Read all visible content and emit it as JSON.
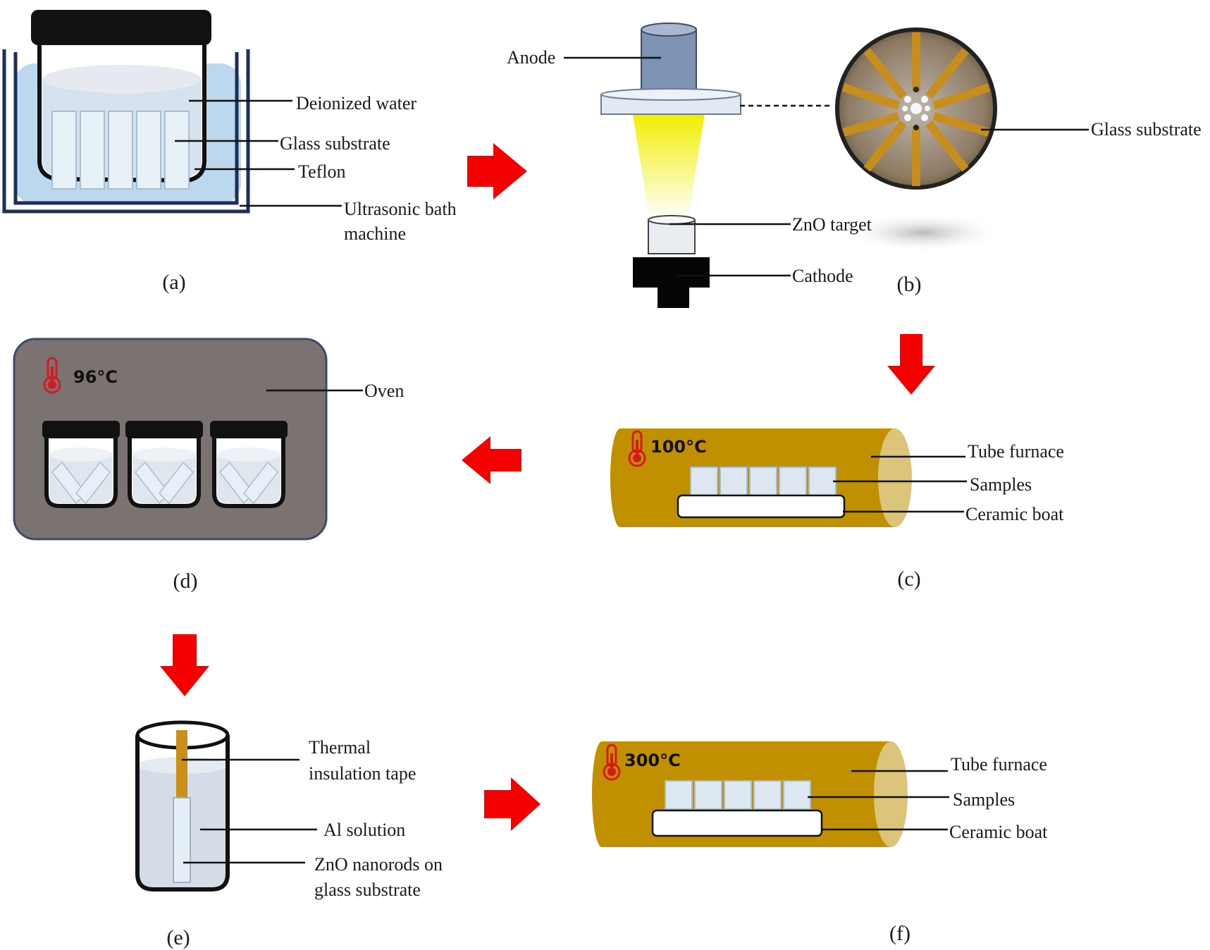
{
  "panels": {
    "a": {
      "caption": "(a)",
      "labels": {
        "deionized_water": "Deionized water",
        "glass_substrate": "Glass substrate",
        "teflon": "Teflon",
        "bath_line1": "Ultrasonic bath",
        "bath_line2": "machine"
      }
    },
    "b": {
      "caption": "(b)",
      "labels": {
        "anode": "Anode",
        "zno_target": "ZnO target",
        "cathode": "Cathode",
        "glass_substrate": "Glass substrate"
      }
    },
    "c": {
      "caption": "(c)",
      "temperature": "100°C",
      "labels": {
        "tube_furnace": "Tube furnace",
        "samples": "Samples",
        "ceramic_boat": "Ceramic boat"
      }
    },
    "d": {
      "caption": "(d)",
      "temperature": "96°C",
      "labels": {
        "oven": "Oven"
      }
    },
    "e": {
      "caption": "(e)",
      "labels": {
        "tape_line1": "Thermal",
        "tape_line2": "insulation tape",
        "al_solution": "Al solution",
        "nanorods_line1": "ZnO nanorods on",
        "nanorods_line2": "glass substrate"
      }
    },
    "f": {
      "caption": "(f)",
      "temperature": "300°C",
      "labels": {
        "tube_furnace": "Tube furnace",
        "samples": "Samples",
        "ceramic_boat": "Ceramic boat"
      }
    }
  },
  "colors": {
    "arrow": "#f40000",
    "furnace": "#c09000",
    "oven": "#7b7371",
    "thermometer": "#d71920",
    "tape": "#c98f18"
  }
}
